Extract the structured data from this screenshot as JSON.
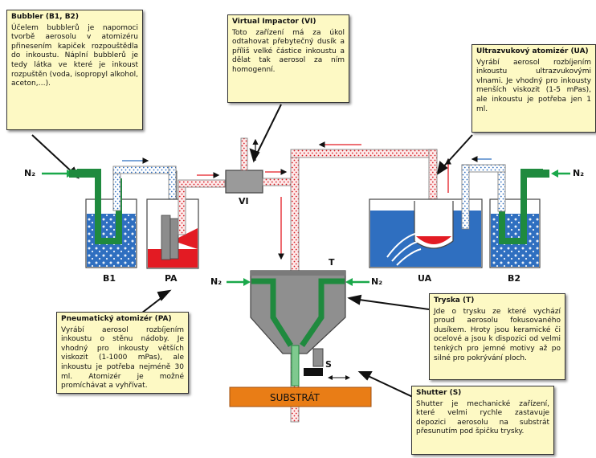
{
  "callouts": {
    "bubbler": {
      "title": "Bubbler (B1, B2)",
      "text": "Účelem bubblerů je napomoci tvorbě aerosolu v atomizéru přinesením kapiček rozpouštědla do inkoustu. Náplní bubblerů je tedy látka ve které je inkoust rozpuštěn (voda, isopropyl alkohol, aceton,…)."
    },
    "impactor": {
      "title": "Virtual Impactor (VI)",
      "text": "Toto zařízení má za úkol odtahovat přebytečný dusík a příliš velké částice inkoustu a dělat tak aerosol za ním homogenní."
    },
    "ultrasonic": {
      "title": "Ultrazvukový atomizér (UA)",
      "text": "Vyrábí aerosol rozbíjením inkoustu ultrazvukovými vlnami. Je vhodný pro inkousty menších viskozit (1-5 mPas), ale inkoustu je potřeba jen 1 ml."
    },
    "pneumatic": {
      "title": "Pneumatický atomizér (PA)",
      "text": "Vyrábí aerosol rozbíjením inkoustu o stěnu nádoby. Je vhodný pro inkousty větších viskozit (1-1000 mPas), ale inkoustu je potřeba nejméně 30 ml. Atomizér je možné promíchávat a vyhřívat."
    },
    "nozzle": {
      "title": "Tryska (T)",
      "text": "Jde o trysku ze které vychází proud aerosolu fokusovaného dusíkem. Hroty jsou keramické či ocelové a jsou k dispozici od velmi tenkých pro jemné motivy až po silné pro pokrývání ploch."
    },
    "shutter": {
      "title": "Shutter (S)",
      "text": "Shutter je mechanické zařízení, které velmi rychle zastavuje depozici aerosolu na substrát přesunutím pod špičku trysky."
    }
  },
  "labels": {
    "b1": "B1",
    "pa": "PA",
    "vi": "VI",
    "ua": "UA",
    "b2": "B2",
    "t": "T",
    "s": "S",
    "n2": "N₂",
    "substrate": "SUBSTRÁT"
  },
  "colors": {
    "nitrogen": "#1aa84a",
    "tube": "#2e9e4e",
    "liquid_blue": "#2f6fc0",
    "ink_red": "#e31b23",
    "substrate": "#e97d16",
    "callout_bg": "#fdf9c4"
  }
}
